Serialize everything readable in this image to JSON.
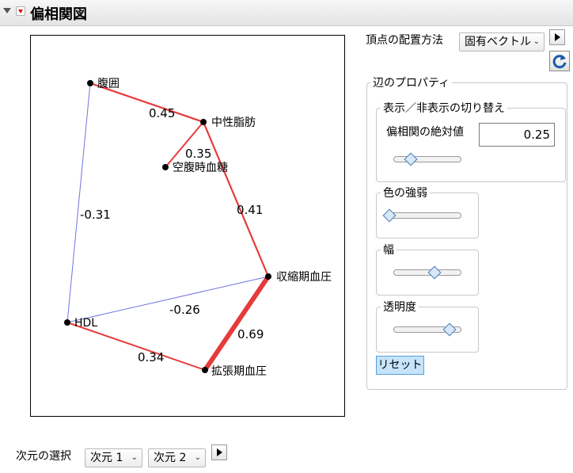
{
  "header": {
    "title": "偏相関図"
  },
  "layout_control": {
    "label": "頂点の配置方法",
    "selected": "固有ベクトル"
  },
  "edge_properties": {
    "title": "辺のプロパティ",
    "toggle_group": {
      "title": "表示／非表示の切り替え",
      "threshold_label": "偏相関の絶対値",
      "threshold_value": "0.25",
      "threshold_slider_fraction": 0.25
    },
    "color_intensity": {
      "label": "色の強弱",
      "slider_fraction": 0.0
    },
    "width": {
      "label": "幅",
      "slider_fraction": 0.6
    },
    "transparency": {
      "label": "透明度",
      "slider_fraction": 0.82
    },
    "reset_label": "リセット"
  },
  "dimension": {
    "label": "次元の選択",
    "dim1": "次元 1",
    "dim2": "次元 2"
  },
  "colors": {
    "positive_edge": "#e63a3a",
    "negative_edge": "#6f73e0",
    "node": "#000000"
  },
  "graph": {
    "nodes": [
      {
        "id": "waist",
        "label": "腹囲"
      },
      {
        "id": "tg",
        "label": "中性脂肪"
      },
      {
        "id": "fbs",
        "label": "空腹時血糖"
      },
      {
        "id": "sbp",
        "label": "収縮期血圧"
      },
      {
        "id": "hdl",
        "label": "HDL"
      },
      {
        "id": "dbp",
        "label": "拡張期血圧"
      }
    ],
    "edges": [
      {
        "from": "waist",
        "to": "tg",
        "value": "0.45",
        "sign": "positive"
      },
      {
        "from": "tg",
        "to": "fbs",
        "value": "0.35",
        "sign": "positive"
      },
      {
        "from": "tg",
        "to": "sbp",
        "value": "0.41",
        "sign": "positive"
      },
      {
        "from": "waist",
        "to": "hdl",
        "value": "-0.31",
        "sign": "negative"
      },
      {
        "from": "hdl",
        "to": "sbp",
        "value": "-0.26",
        "sign": "negative"
      },
      {
        "from": "sbp",
        "to": "dbp",
        "value": "0.69",
        "sign": "positive"
      },
      {
        "from": "hdl",
        "to": "dbp",
        "value": "0.34",
        "sign": "positive"
      }
    ]
  }
}
